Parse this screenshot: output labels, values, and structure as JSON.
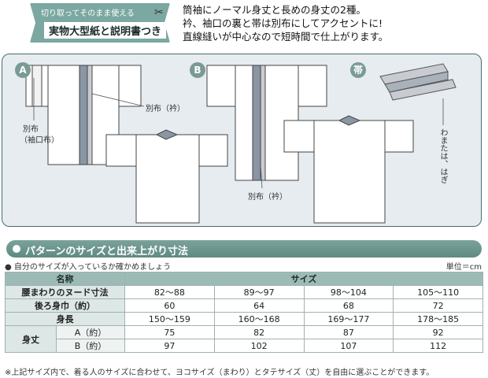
{
  "header": {
    "ribbon_top": "切り取ってそのまま使える",
    "ribbon_main": "実物大型紙と説明書つき",
    "intro_lines": [
      "筒袖にノーマル身丈と長めの身丈の2種。",
      "衿、袖口の裏と帯は別布にしてアクセントに!",
      "直線縫いが中心なので短時間で仕上がります。"
    ]
  },
  "diagram": {
    "badge_a": "A",
    "badge_b": "B",
    "badge_obi": "帯",
    "label_eri_a": "別布（衿）",
    "label_cuff_1": "別布",
    "label_cuff_2": "（袖口布）",
    "label_eri_b": "別布（衿）",
    "label_obi": "わまたは、はぎ"
  },
  "section": {
    "title": "パターンのサイズと出来上がり寸法",
    "note": "自分のサイズが入っているか確かめましょう",
    "unit": "単位＝cm"
  },
  "table": {
    "h_name": "名称",
    "h_size": "サイズ",
    "rows": [
      {
        "label": "腰まわりのヌード寸法",
        "values": [
          "82～88",
          "89～97",
          "98～104",
          "105～110"
        ]
      },
      {
        "label": "後ろ身巾（約）",
        "values": [
          "60",
          "64",
          "68",
          "72"
        ]
      },
      {
        "label": "身長",
        "values": [
          "150～159",
          "160～168",
          "169～177",
          "178～185"
        ]
      }
    ],
    "mitake_label": "身丈",
    "mitake_rows": [
      {
        "label": "A（約）",
        "values": [
          "75",
          "82",
          "87",
          "92"
        ]
      },
      {
        "label": "B（約）",
        "values": [
          "97",
          "102",
          "107",
          "112"
        ]
      }
    ]
  },
  "footnote": "※上記サイズ内で、着る人のサイズに合わせて、ヨコサイズ（まわり）とタテサイズ（丈）を自由に選ぶことができます。"
}
